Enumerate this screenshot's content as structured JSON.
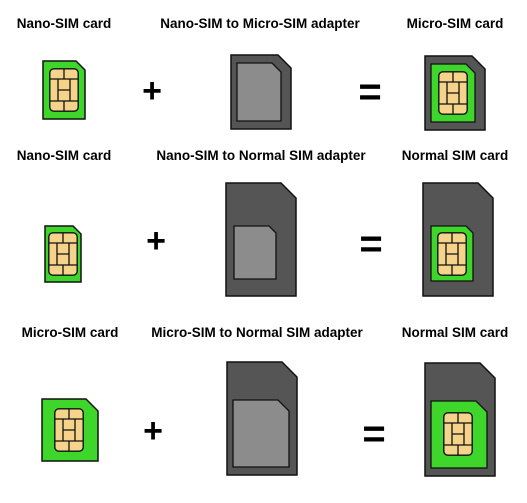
{
  "colors": {
    "sim_green": "#3fd62c",
    "adapter_dark": "#555555",
    "adapter_slot": "#8c8c8c",
    "chip_gold": "#f6d38a",
    "outline": "#111111"
  },
  "rows": [
    {
      "left_label": "Nano-SIM card",
      "middle_label": "Nano-SIM to Micro-SIM adapter",
      "right_label": "Micro-SIM card",
      "plus": "+",
      "equals": "="
    },
    {
      "left_label": "Nano-SIM card",
      "middle_label": "Nano-SIM to Normal SIM adapter",
      "right_label": "Normal SIM card",
      "plus": "+",
      "equals": "="
    },
    {
      "left_label": "Micro-SIM card",
      "middle_label": "Micro-SIM to Normal SIM adapter",
      "right_label": "Normal SIM card",
      "plus": "+",
      "equals": "="
    }
  ]
}
